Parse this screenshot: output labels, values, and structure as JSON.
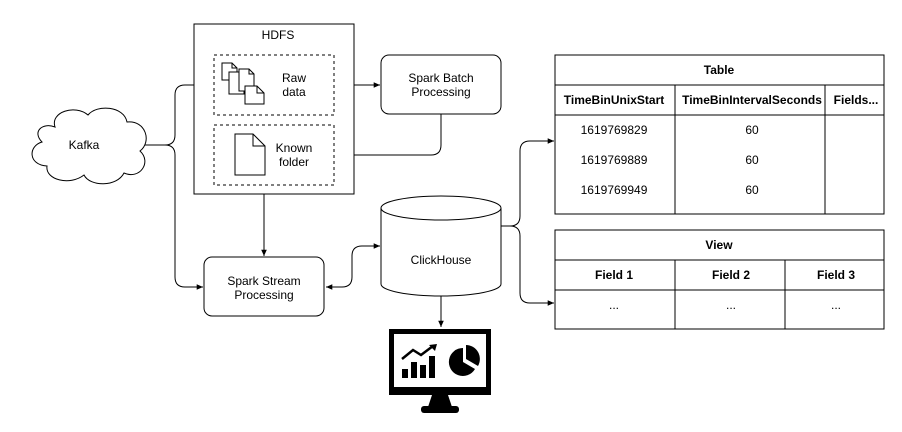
{
  "kafka": {
    "label": "Kafka"
  },
  "hdfs": {
    "title": "HDFS",
    "raw_data": {
      "line1": "Raw",
      "line2": "data"
    },
    "known_folder": {
      "line1": "Known",
      "line2": "folder"
    }
  },
  "spark_batch": {
    "line1": "Spark Batch",
    "line2": "Processing"
  },
  "spark_stream": {
    "line1": "Spark Stream",
    "line2": "Processing"
  },
  "clickhouse": {
    "label": "ClickHouse"
  },
  "table": {
    "title": "Table",
    "columns": [
      "TimeBinUnixStart",
      "TimeBinIntervalSeconds",
      "Fields..."
    ],
    "rows": [
      [
        "1619769829",
        "60",
        ""
      ],
      [
        "1619769889",
        "60",
        ""
      ],
      [
        "1619769949",
        "60",
        ""
      ]
    ]
  },
  "view": {
    "title": "View",
    "columns": [
      "Field 1",
      "Field 2",
      "Field 3"
    ],
    "rows": [
      [
        "...",
        "...",
        "..."
      ]
    ]
  },
  "dashboard": {
    "icon": "dashboard-monitor-icon"
  }
}
